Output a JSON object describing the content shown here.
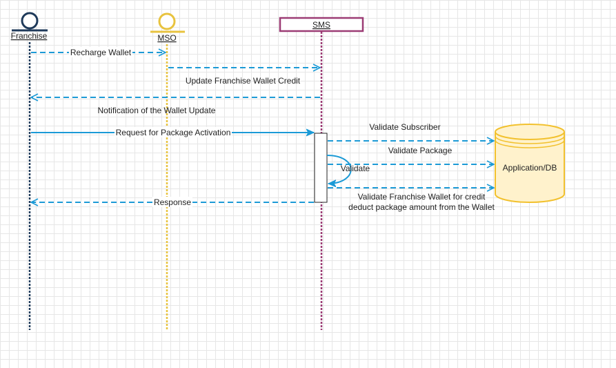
{
  "diagram": {
    "participants": {
      "franchise": {
        "label": "Franchise",
        "color": "#1f3a5a"
      },
      "mso": {
        "label": "MSO",
        "color": "#e8c33f"
      },
      "sms": {
        "label": "SMS",
        "color": "#9b3b74"
      },
      "db": {
        "label": "Application/DB",
        "fill": "#fff2cc",
        "stroke": "#f2c12e"
      }
    },
    "messages": {
      "recharge_wallet": "Recharge Wallet",
      "update_credit": "Update Franchise Wallet Credit",
      "notification": "Notification of the Wallet Update",
      "request_activation": "Request for Package Activation",
      "validate_subscriber": "Validate Subscriber",
      "validate_package": "Validate Package",
      "validate_self": "Validate",
      "validate_wallet_line1": "Validate Franchise Wallet for credit",
      "validate_wallet_line2": "deduct package amount from the Wallet",
      "response": "Response"
    },
    "arrow_color": "#1b9ad6"
  }
}
